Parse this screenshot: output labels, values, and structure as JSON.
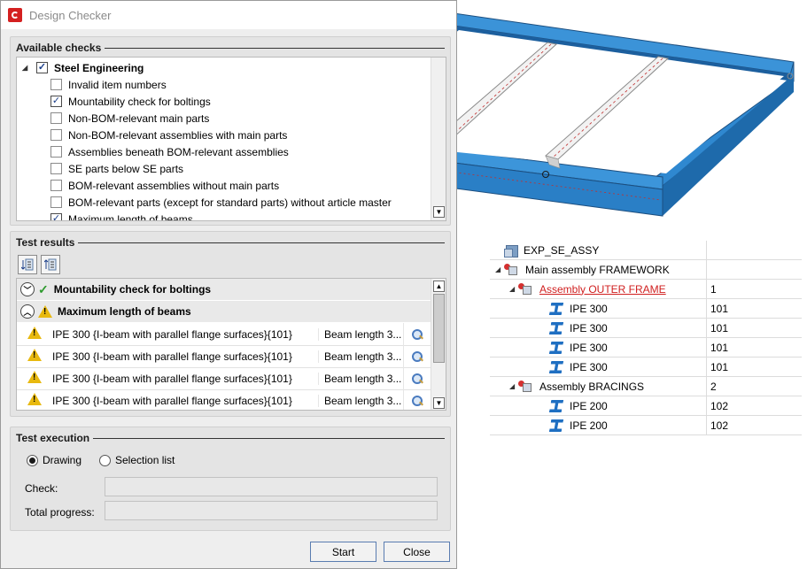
{
  "window": {
    "title": "Design Checker"
  },
  "available_checks": {
    "label": "Available checks",
    "group": {
      "label": "Steel Engineering",
      "checked": true
    },
    "items": [
      {
        "label": "Invalid item numbers",
        "checked": false
      },
      {
        "label": "Mountability check for boltings",
        "checked": true
      },
      {
        "label": "Non-BOM-relevant main parts",
        "checked": false
      },
      {
        "label": "Non-BOM-relevant assemblies with main parts",
        "checked": false
      },
      {
        "label": "Assemblies beneath BOM-relevant assemblies",
        "checked": false
      },
      {
        "label": "SE parts below SE parts",
        "checked": false
      },
      {
        "label": "BOM-relevant assemblies without main parts",
        "checked": false
      },
      {
        "label": "BOM-relevant parts (except for standard parts) without article master",
        "checked": false
      },
      {
        "label": "Maximum length of beams",
        "checked": true
      }
    ]
  },
  "test_results": {
    "label": "Test results",
    "toolbar": [
      {
        "icon": "expand-all-icon"
      },
      {
        "icon": "collapse-all-icon"
      }
    ],
    "groups": [
      {
        "label": "Mountability check for boltings",
        "status": "ok",
        "expanded": false
      },
      {
        "label": "Maximum length of beams",
        "status": "warning",
        "expanded": true
      }
    ],
    "rows": [
      {
        "part": "IPE 300 {I-beam with parallel flange surfaces}{101}",
        "message": "Beam length 3..."
      },
      {
        "part": "IPE 300 {I-beam with parallel flange surfaces}{101}",
        "message": "Beam length 3..."
      },
      {
        "part": "IPE 300 {I-beam with parallel flange surfaces}{101}",
        "message": "Beam length 3..."
      },
      {
        "part": "IPE 300 {I-beam with parallel flange surfaces}{101}",
        "message": "Beam length 3..."
      }
    ]
  },
  "test_execution": {
    "label": "Test execution",
    "radio_drawing": "Drawing",
    "radio_selection": "Selection list",
    "selected": "Drawing",
    "check_label": "Check:",
    "check_value": "",
    "progress_label": "Total progress:",
    "progress": 0
  },
  "buttons": {
    "start": "Start",
    "close": "Close"
  },
  "tree": {
    "root": "EXP_SE_ASSY",
    "rows": [
      {
        "name": "Main assembly FRAMEWORK",
        "value": "",
        "type": "assembly",
        "level": 1
      },
      {
        "name": "Assembly OUTER FRAME",
        "value": "1",
        "type": "assembly-active",
        "level": 2
      },
      {
        "name": "IPE 300",
        "value": "101",
        "type": "beam",
        "level": 3
      },
      {
        "name": "IPE 300",
        "value": "101",
        "type": "beam",
        "level": 3
      },
      {
        "name": "IPE 300",
        "value": "101",
        "type": "beam",
        "level": 3
      },
      {
        "name": "IPE 300",
        "value": "101",
        "type": "beam",
        "level": 3
      },
      {
        "name": "Assembly BRACINGS",
        "value": "2",
        "type": "assembly",
        "level": 2
      },
      {
        "name": "IPE 200",
        "value": "102",
        "type": "beam",
        "level": 3
      },
      {
        "name": "IPE 200",
        "value": "102",
        "type": "beam",
        "level": 3
      }
    ]
  },
  "colors": {
    "frame_blue": "#2f88d0",
    "frame_dark": "#1c5f9e",
    "bracing": "#e8e8e8",
    "warning": "#e8b90f",
    "ok": "#2e9a2e",
    "active_link": "#d01f1f"
  }
}
